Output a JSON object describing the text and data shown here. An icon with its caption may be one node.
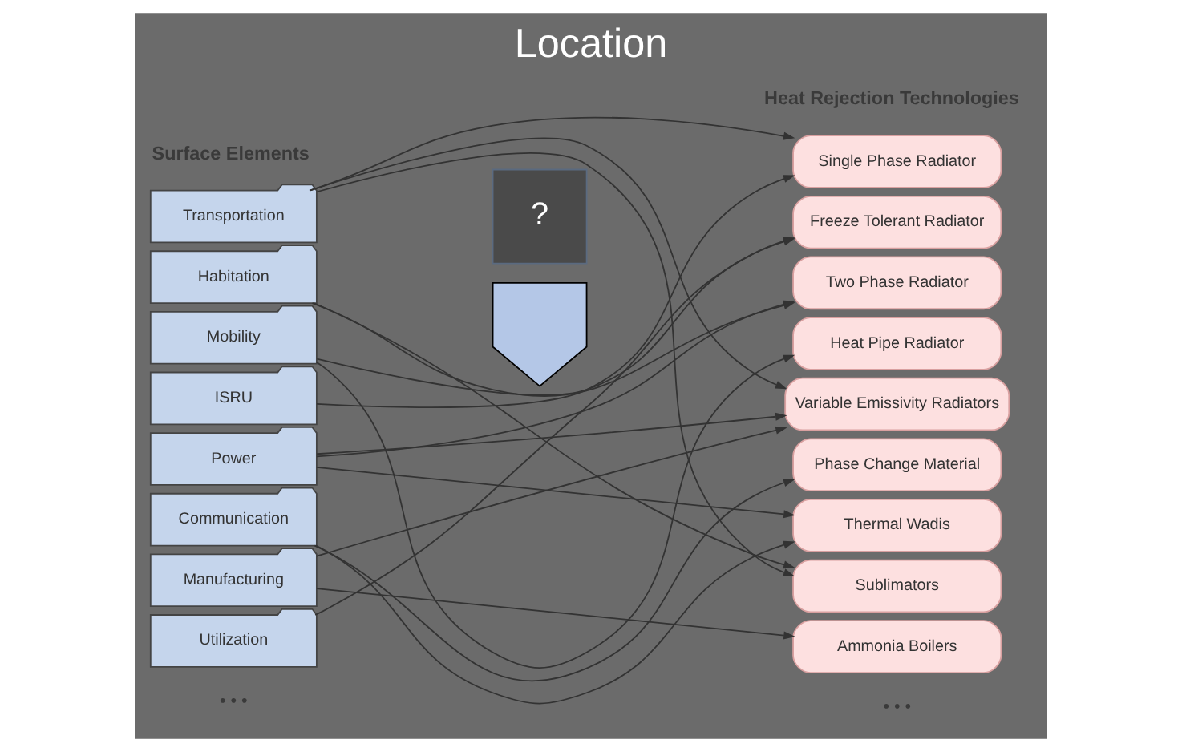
{
  "diagram": {
    "title": "Location",
    "nodes": [
      {
        "text": [
          "Transportation"
        ]
      },
      {
        "text": [
          "Habitation"
        ]
      },
      {
        "text": [
          "Mobility"
        ]
      },
      {
        "text": [
          "ISRU"
        ]
      },
      {
        "text": [
          "Power"
        ]
      },
      {
        "text": [
          "Communication"
        ]
      },
      {
        "text": [
          "Manufacturing"
        ]
      },
      {
        "text": [
          "Utilization"
        ]
      },
      {
        "text": [
          "?"
        ]
      },
      {
        "text": [
          "Single Phase Radiator"
        ]
      },
      {
        "text": [
          "Freeze Tolerant Radiator"
        ]
      },
      {
        "text": [
          "Two Phase Radiator"
        ]
      },
      {
        "text": [
          "Heat Pipe Radiator"
        ]
      },
      {
        "text": [
          "Variable Emissivity Radiators"
        ]
      },
      {
        "text": [
          "Phase Change Material"
        ]
      },
      {
        "text": [
          "Thermal Wadis"
        ]
      },
      {
        "text": [
          "Sublimators"
        ]
      },
      {
        "text": [
          "Ammonia Boilers"
        ]
      },
      {
        "text": [],
        "shape": "arrow"
      }
    ],
    "edges": [
      {
        "from": 0,
        "to": 9,
        "arrow": "to"
      },
      {
        "from": 0,
        "to": 13,
        "arrow": "to"
      },
      {
        "from": 0,
        "to": 16,
        "arrow": "to"
      },
      {
        "from": 1,
        "to": 11,
        "arrow": "to"
      },
      {
        "from": 1,
        "to": 16,
        "arrow": "to"
      },
      {
        "from": 2,
        "to": 10,
        "arrow": "to"
      },
      {
        "from": 2,
        "to": 12,
        "arrow": "to"
      },
      {
        "from": 3,
        "to": 9,
        "arrow": "to"
      },
      {
        "from": 4,
        "to": 11,
        "arrow": "to"
      },
      {
        "from": 4,
        "to": 13,
        "arrow": "to"
      },
      {
        "from": 4,
        "to": 15,
        "arrow": "to"
      },
      {
        "from": 5,
        "to": 14,
        "arrow": "to"
      },
      {
        "from": 5,
        "to": 15,
        "arrow": "to"
      },
      {
        "from": 6,
        "to": 13,
        "arrow": "to"
      },
      {
        "from": 6,
        "to": 17,
        "arrow": "to"
      },
      {
        "from": 7,
        "to": 10,
        "arrow": "to"
      }
    ],
    "labels": [
      "Surface Elements",
      "Heat Rejection Technologies",
      "• • •",
      "• • •"
    ]
  }
}
